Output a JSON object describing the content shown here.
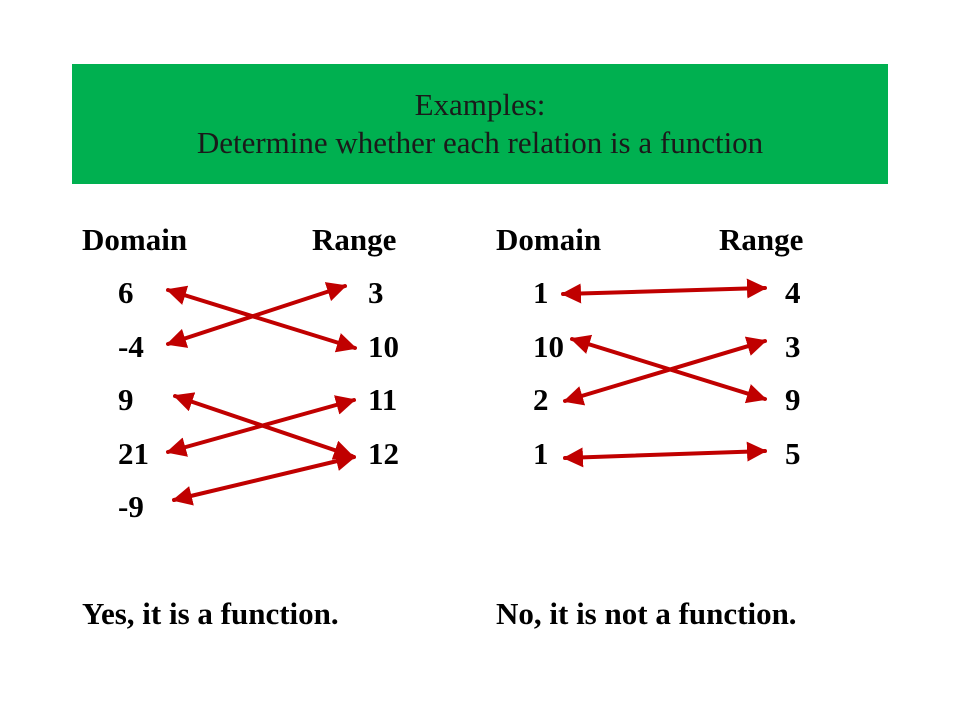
{
  "title": {
    "line1": "Examples:",
    "line2": "Determine whether each relation is a function"
  },
  "colors": {
    "banner": "#00b050",
    "arrow": "#c00000",
    "text": "#000000"
  },
  "left": {
    "domain_header": "Domain",
    "range_header": "Range",
    "domain": [
      "6",
      "-4",
      "9",
      "21",
      "-9"
    ],
    "range": [
      "3",
      "10",
      "11",
      "12"
    ],
    "conclusion": "Yes, it is a function."
  },
  "right": {
    "domain_header": "Domain",
    "range_header": "Range",
    "domain": [
      "1",
      "10",
      "2",
      "1"
    ],
    "range": [
      "4",
      "3",
      "9",
      "5"
    ],
    "conclusion": "No, it is not a function."
  }
}
